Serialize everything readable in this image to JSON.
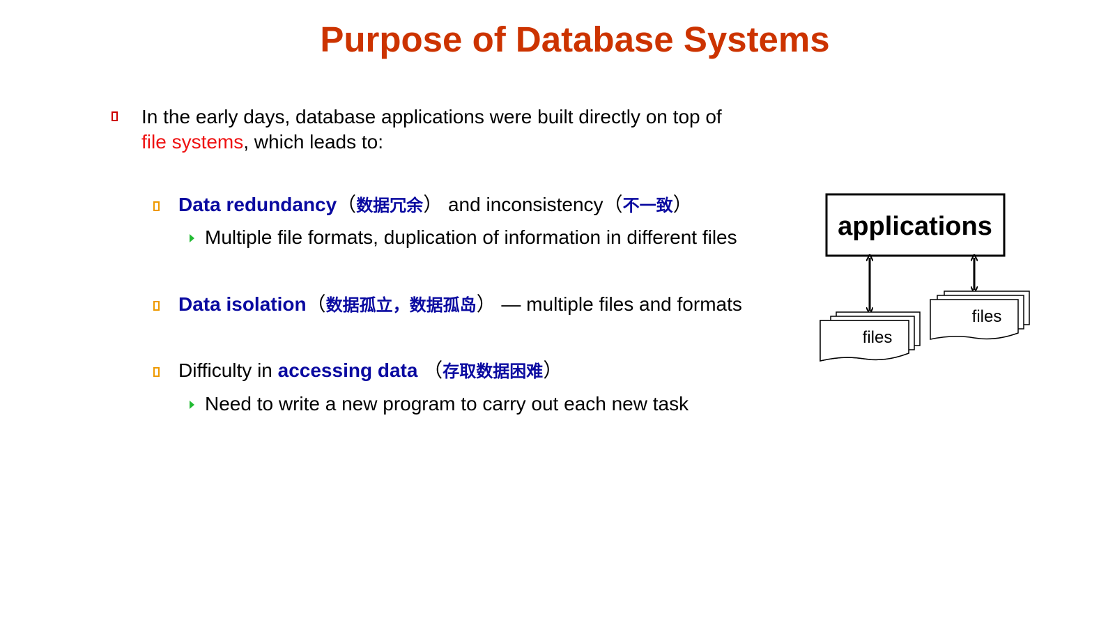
{
  "slide": {
    "title": "Purpose of Database Systems",
    "intro": {
      "text_before": "In the early days, database applications were built directly on top of",
      "highlight": "file systems",
      "text_after": ", which leads to:"
    },
    "points": [
      {
        "term": "Data redundancy",
        "paren_open": "（",
        "cjk_term": "数据冗余",
        "paren_close": "）",
        "middle": " and inconsistency",
        "paren_open_2": "（",
        "cjk_term_2": "不一致",
        "paren_close_2": "）",
        "detail": "Multiple file formats, duplication of information in different files"
      },
      {
        "term": "Data isolation",
        "paren_open": "（",
        "cjk_term": "数据孤立，数据孤岛",
        "paren_close": "）",
        "tail": " — multiple files and formats"
      },
      {
        "lead": "Difficulty in ",
        "term": "accessing data",
        "paren_open": " （",
        "cjk_term": "存取数据困难",
        "paren_close": "）",
        "detail": "Need to write a new program to carry out each new task"
      }
    ]
  },
  "diagram": {
    "box_label": "applications",
    "file_label_left": "files",
    "file_label_right": "files"
  },
  "colors": {
    "title": "#cc3300",
    "highlight_red": "#ee1111",
    "term_blue": "#0a0aa0",
    "level1_marker": "#cc0000",
    "level2_marker": "#ee9900",
    "level3_marker": "#22bb33"
  }
}
